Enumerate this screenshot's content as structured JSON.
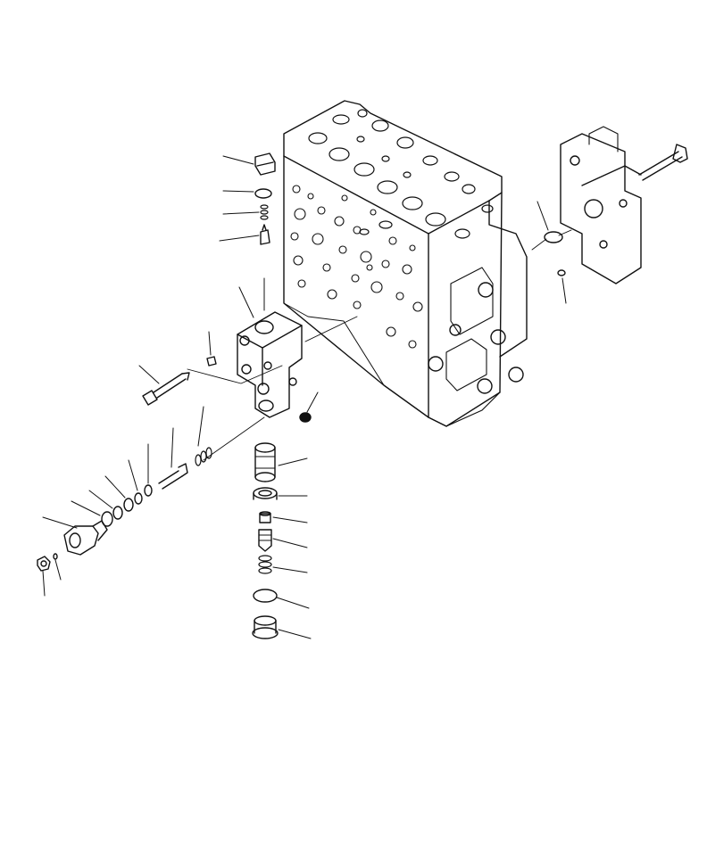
{
  "figure": {
    "title": "",
    "colors": {
      "ink": "#111111",
      "paper": "#ffffff"
    },
    "icons": [
      "leader-line",
      "o-ring",
      "spring",
      "bolt",
      "plug",
      "valve-body",
      "piston",
      "dust-seal",
      "cap-nut"
    ]
  }
}
